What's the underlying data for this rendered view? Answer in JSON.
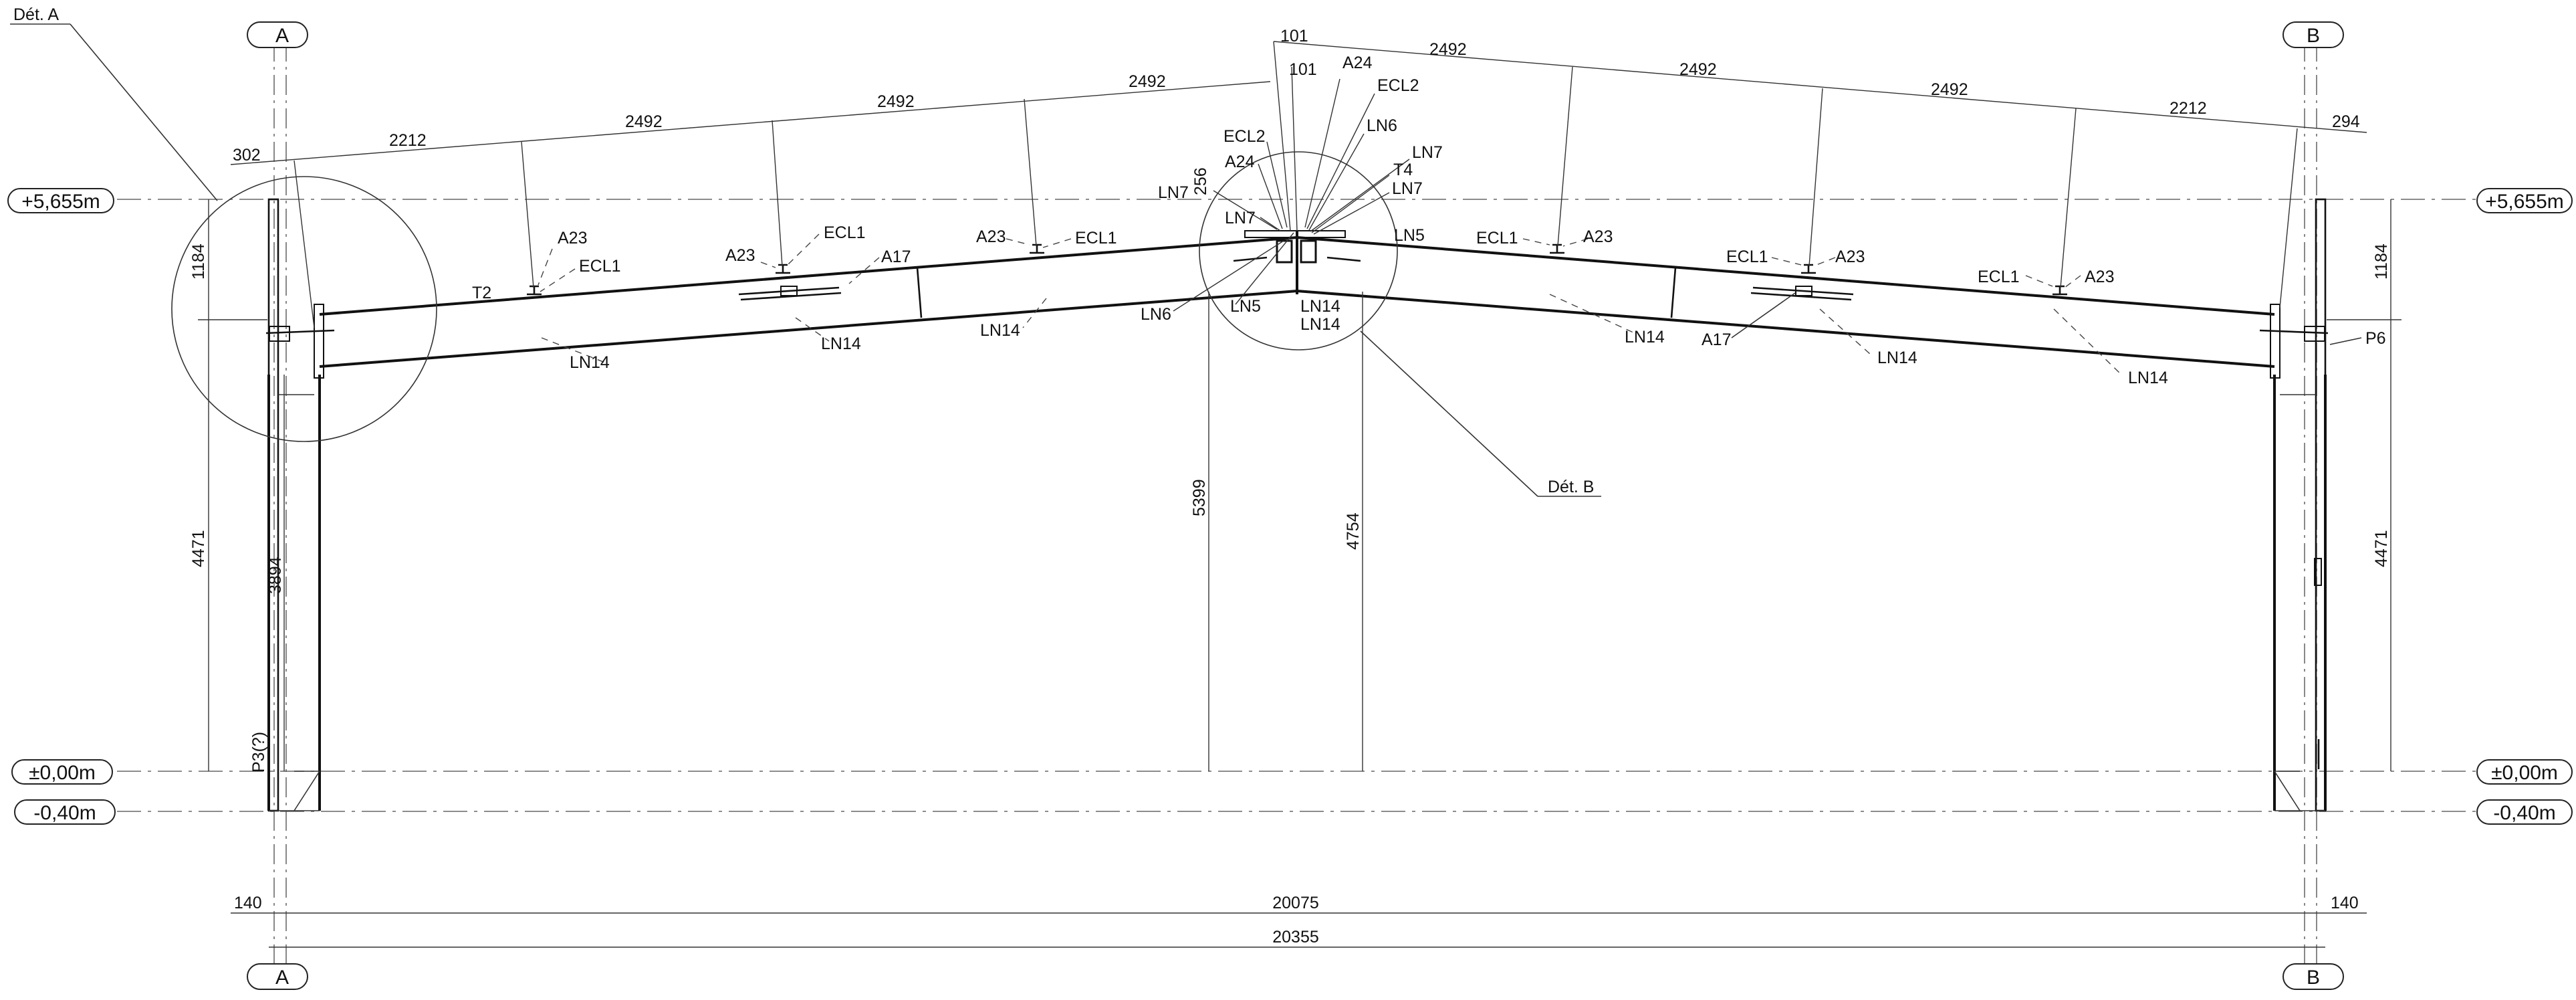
{
  "levels": [
    {
      "label": "+5,655m"
    },
    {
      "label": "±0,00m"
    },
    {
      "label": "-0,40m"
    }
  ],
  "axes": {
    "left": "A",
    "right": "B"
  },
  "details": {
    "a": "Dét. A",
    "b": "Dét. B"
  },
  "top_dims": [
    "302",
    "2212",
    "2492",
    "2492",
    "2492",
    "101",
    "101",
    "2492",
    "2492",
    "2492",
    "2212",
    "294",
    "256"
  ],
  "vert_dims": {
    "l_top": "1184",
    "l_col": "4471",
    "l_in": "3894",
    "c1": "5399",
    "c2": "4754",
    "r_top": "1184",
    "r_col": "4471"
  },
  "bottom_dims": {
    "edge_l": "140",
    "edge_r": "140",
    "inner": "20075",
    "outer": "20355"
  },
  "marks": {
    "l_a23_1": "A23",
    "l_ecl1_1": "ECL1",
    "t2": "T2",
    "l_a23_2": "A23",
    "l_ecl1_2": "ECL1",
    "l_a17": "A17",
    "l_a23_3": "A23",
    "l_ecl1_3": "ECL1",
    "l_ln14_1": "LN14",
    "l_ln14_2": "LN14",
    "l_ln14_3": "LN14",
    "c_a24_t": "A24",
    "c_ecl2_t": "ECL2",
    "c_ln6_t": "LN6",
    "c_ln7_t": "LN7",
    "c_t4": "T4",
    "c_ln7_r": "LN7",
    "c_ln5_r": "LN5",
    "c_ecl2_l": "ECL2",
    "c_a24_l": "A24",
    "c_ln7_l": "LN7",
    "c_ln7_l2": "LN7",
    "c_ln6_l": "LN6",
    "c_ln5_l": "LN5",
    "c_ln14_a": "LN14",
    "c_ln14_b": "LN14",
    "r_ecl1_1": "ECL1",
    "r_a23_1": "A23",
    "r_ecl1_2": "ECL1",
    "r_a23_2": "A23",
    "r_ecl1_3": "ECL1",
    "r_a23_3": "A23",
    "r_a17": "A17",
    "r_ln14_1": "LN14",
    "r_ln14_2": "LN14",
    "r_ln14_3": "LN14",
    "p6": "P6",
    "p3": "P3(?)"
  }
}
